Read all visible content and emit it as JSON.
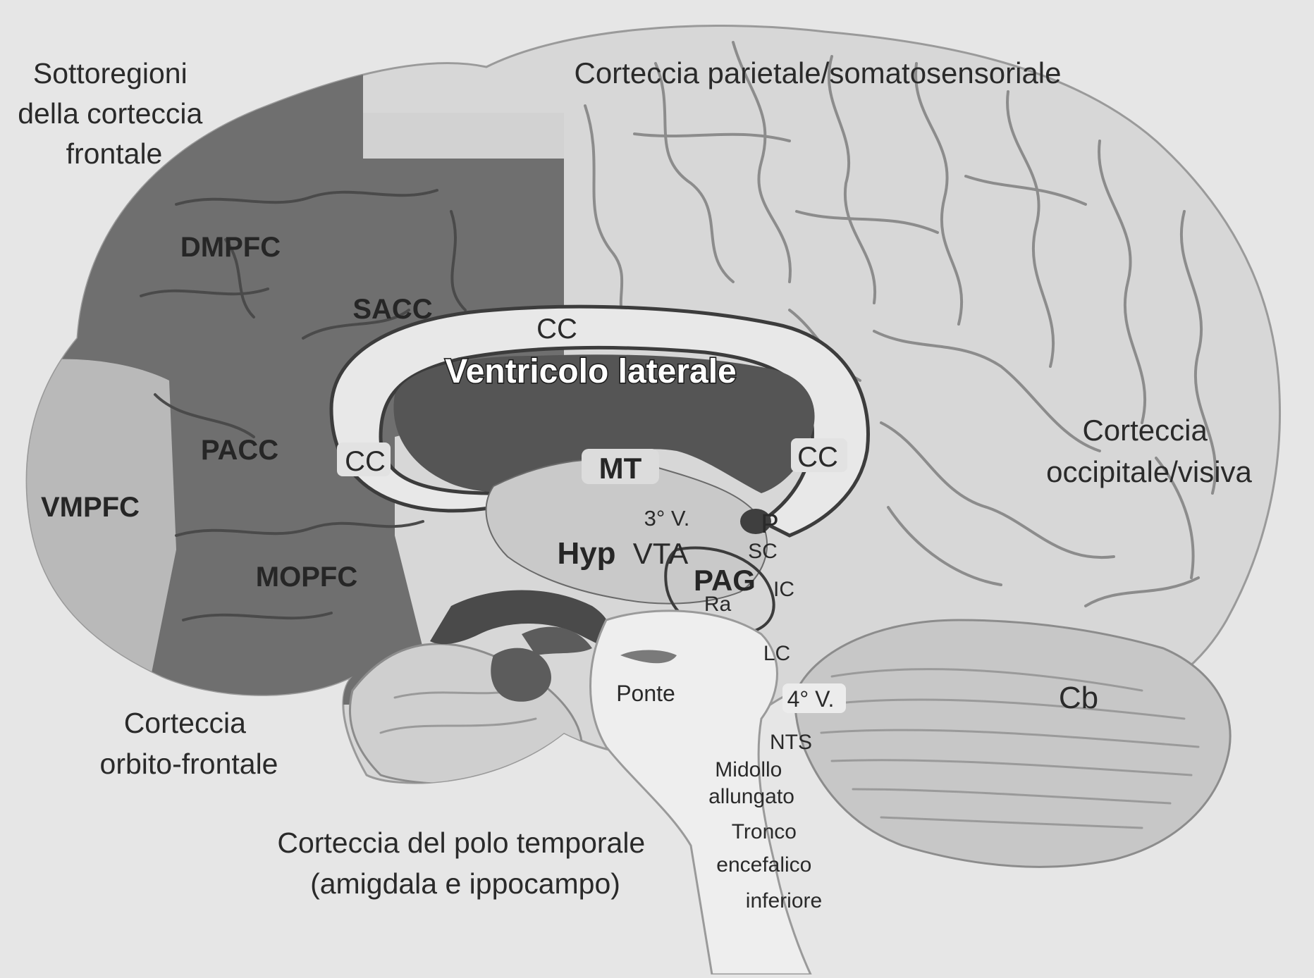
{
  "figure": {
    "colors": {
      "background": "#e6e6e6",
      "cortex_light": "#d7d7d7",
      "frontal_shaded": "#6f6f6f",
      "ventricle": "#555555",
      "brainstem": "#eeeeee",
      "cerebellum": "#c7c7c7",
      "text": "#2a2a2a"
    },
    "labels": {
      "frontal_subregions": [
        "Sottoregioni",
        "della corteccia",
        "frontale"
      ],
      "parietal": "Corteccia parietale/somatosensoriale",
      "occipital": [
        "Corteccia",
        "occipitale/visiva"
      ],
      "orbitofrontal": [
        "Corteccia",
        "orbito-frontale"
      ],
      "temporal_pole": [
        "Corteccia del polo temporale",
        "(amigdala e ippocampo)"
      ],
      "dmpfc": "DMPFC",
      "sacc": "SACC",
      "pacc": "PACC",
      "vmpfc": "VMPFC",
      "mopfc": "MOPFC",
      "lateral_ventricle": "Ventricolo laterale",
      "cc_top": "CC",
      "cc_front": "CC",
      "cc_back": "CC",
      "mt": "MT",
      "third_ventricle": "3° V.",
      "pineal": "P",
      "hyp": "Hyp",
      "vta": "VTA",
      "sc": "SC",
      "pag": "PAG",
      "ic": "IC",
      "ra": "Ra",
      "lc": "LC",
      "pons": "Ponte",
      "fourth_ventricle": "4° V.",
      "nts": "NTS",
      "medulla": [
        "Midollo",
        "allungato"
      ],
      "lower_brainstem": [
        "Tronco",
        "encefalico",
        "inferiore"
      ],
      "cerebellum": "Cb"
    }
  }
}
